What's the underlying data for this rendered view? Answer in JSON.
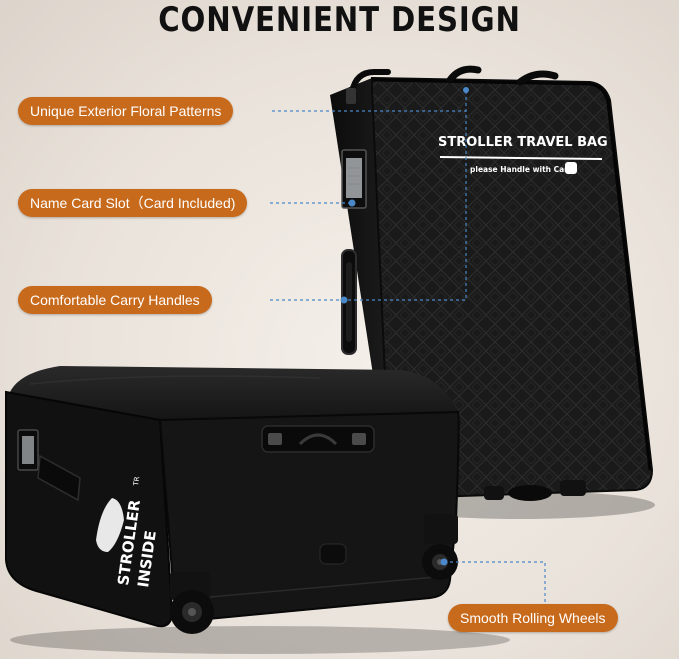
{
  "header": {
    "title": "CONVENIENT DESIGN"
  },
  "callouts": {
    "floral": "Unique Exterior Floral Patterns",
    "name_card": "Name Card Slot（Card Included)",
    "handles": "Comfortable Carry Handles",
    "wheels": "Smooth Rolling Wheels"
  },
  "bag_upright": {
    "headline": "STROLLER TRAVEL BAG",
    "subline": "please Handle with Care"
  },
  "bag_lying": {
    "side_text_1": "STROLLER",
    "side_text_2": "INSIDE",
    "side_small": "TR"
  },
  "colors": {
    "callout_bg": "#c86a1c",
    "callout_text": "#ffffff",
    "bag": "#161616",
    "leader_line": "#4a88c9"
  }
}
